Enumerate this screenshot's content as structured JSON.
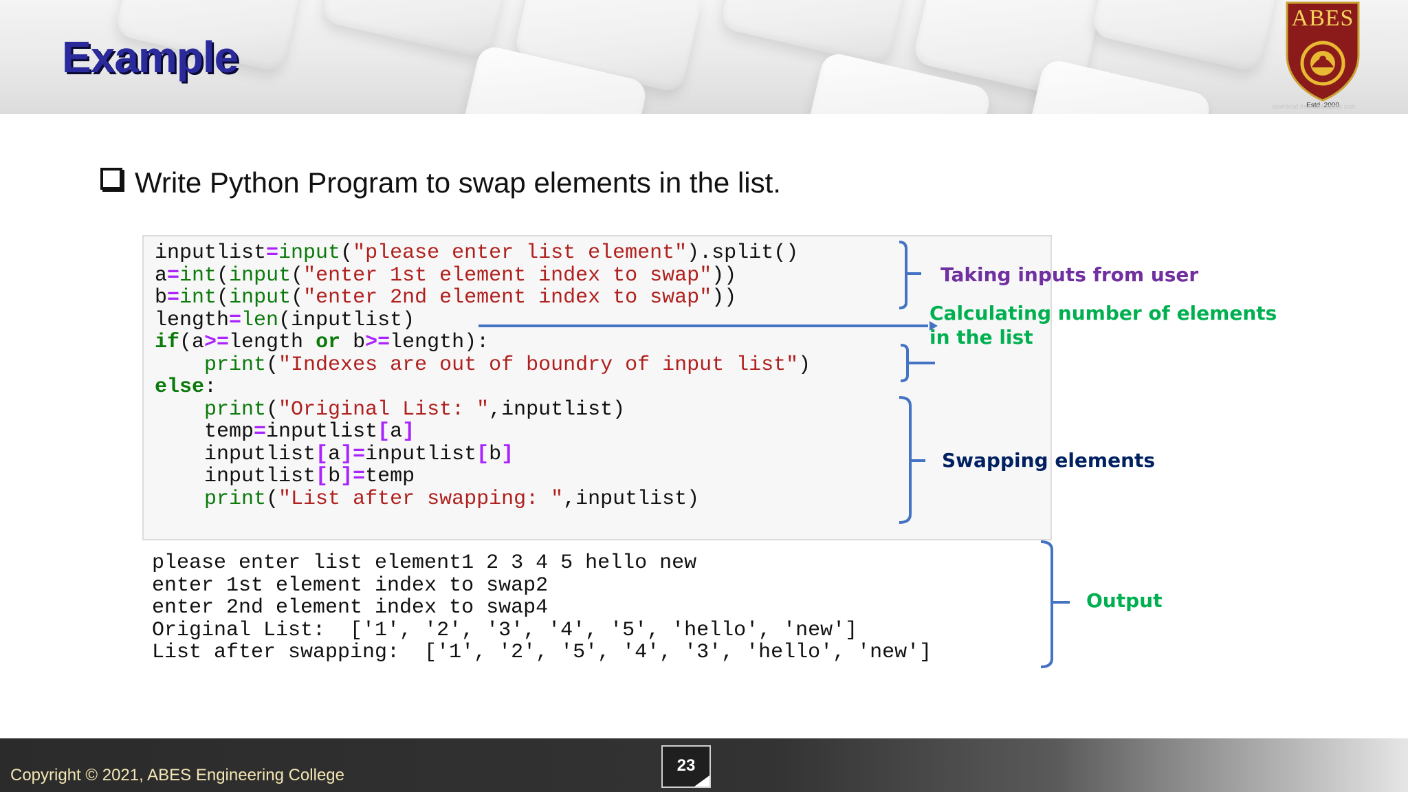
{
  "slide": {
    "title": "Example",
    "logo_text": "ABES",
    "logo_est": "Estd. 2000",
    "watermark": "download free wallpapers.com",
    "task": "Write Python Program to swap elements in the list.",
    "code_lines": [
      "inputlist=input(\"please enter list element\").split()",
      "a=int(input(\"enter 1st element index to swap\"))",
      "b=int(input(\"enter 2nd element index to swap\"))",
      "length=len(inputlist)",
      "if(a>=length or b>=length):",
      "    print(\"Indexes are out of boundry of input list\")",
      "else:",
      "    print(\"Original List: \",inputlist)",
      "    temp=inputlist[a]",
      "    inputlist[a]=inputlist[b]",
      "    inputlist[b]=temp",
      "    print(\"List after swapping: \",inputlist)"
    ],
    "output_lines": [
      "please enter list element1 2 3 4 5 hello new",
      "enter 1st element index to swap2",
      "enter 2nd element index to swap4",
      "Original List:  ['1', '2', '3', '4', '5', 'hello', 'new']",
      "List after swapping:  ['1', '2', '5', '4', '3', 'hello', 'new']"
    ],
    "annotations": {
      "inputs": "Taking inputs from user",
      "length_line1": "Calculating number of elements",
      "length_line2": "in the list",
      "swap": "Swapping elements",
      "output": "Output"
    },
    "colors": {
      "title": "#2a2a9c",
      "annot_inputs": "#7030a0",
      "annot_length": "#00b050",
      "annot_swap": "#002060",
      "annot_output": "#00b050",
      "bracket": "#4472c4"
    }
  },
  "footer": {
    "copyright": "Copyright © 2021, ABES Engineering College",
    "page_number": "23"
  }
}
